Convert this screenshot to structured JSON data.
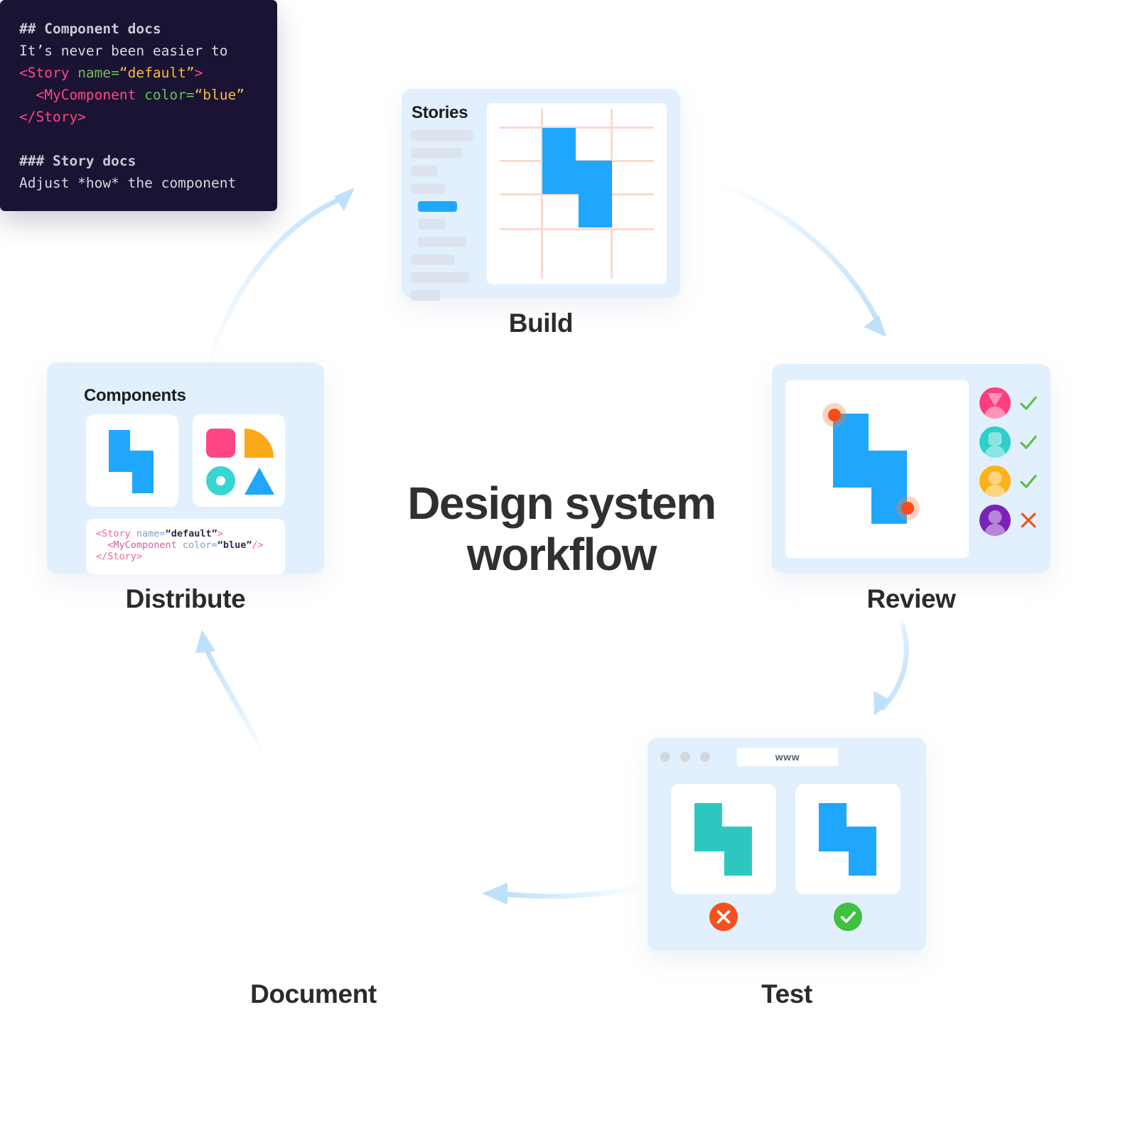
{
  "heading": {
    "line1": "Design system",
    "line2": "workflow"
  },
  "colors": {
    "brand_blue": "#1ea7fd",
    "card_bg": "#e2f0fd",
    "pink": "#ff4785",
    "orange": "#fba819",
    "teal": "#37d5d3",
    "green": "#3ec13e",
    "red": "#f4511e",
    "code_bg": "#1b1333",
    "grid_pink": "#fcd9cd",
    "arrow_blue": "#bfe0fa"
  },
  "steps": [
    {
      "id": "build",
      "label": "Build"
    },
    {
      "id": "review",
      "label": "Review"
    },
    {
      "id": "test",
      "label": "Test"
    },
    {
      "id": "document",
      "label": "Document"
    },
    {
      "id": "distribute",
      "label": "Distribute"
    }
  ],
  "build": {
    "title": "Stories",
    "sidebar_rows": [
      {
        "width": 88,
        "indent": 0,
        "selected": false
      },
      {
        "width": 72,
        "indent": 0,
        "selected": false
      },
      {
        "width": 38,
        "indent": 0,
        "selected": false
      },
      {
        "width": 48,
        "indent": 0,
        "selected": false
      },
      {
        "width": 55,
        "indent": 10,
        "selected": true
      },
      {
        "width": 38,
        "indent": 10,
        "selected": false
      },
      {
        "width": 68,
        "indent": 10,
        "selected": false
      },
      {
        "width": 62,
        "indent": 0,
        "selected": false
      },
      {
        "width": 82,
        "indent": 0,
        "selected": false
      },
      {
        "width": 42,
        "indent": 0,
        "selected": false
      }
    ],
    "preview_alt": "component-mark-on-grid"
  },
  "distribute": {
    "title": "Components",
    "tile_1_alt": "component-mark",
    "shapes": [
      {
        "name": "rounded-square-shape",
        "color": "#ff4785"
      },
      {
        "name": "quarter-circle-shape",
        "color": "#fba819"
      },
      {
        "name": "donut-shape",
        "color": "#37d5d3"
      },
      {
        "name": "triangle-shape",
        "color": "#1ea7fd"
      }
    ],
    "code": {
      "line1_tag_open": "<Story",
      "line1_attr": " name=",
      "line1_val": "“default”",
      "line1_close": ">",
      "line2_tag": "  <MyComponent",
      "line2_attr": " color=",
      "line2_val": "“blue”",
      "line2_close": "/>",
      "line3": "</Story>"
    }
  },
  "review": {
    "preview_alt": "component-mark-with-comment-pins",
    "pins": [
      {
        "name": "comment-pin-top-left"
      },
      {
        "name": "comment-pin-bottom-right"
      }
    ],
    "reviewers": [
      {
        "avatar": "avatar-pink",
        "color": "#ff3d7f",
        "verdict": "approved",
        "verdict_icon": "check-icon"
      },
      {
        "avatar": "avatar-teal",
        "color": "#2fcfcb",
        "verdict": "approved",
        "verdict_icon": "check-icon"
      },
      {
        "avatar": "avatar-orange",
        "color": "#fcb218",
        "verdict": "approved",
        "verdict_icon": "check-icon"
      },
      {
        "avatar": "avatar-purple",
        "color": "#7b23b8",
        "verdict": "rejected",
        "verdict_icon": "cross-icon"
      }
    ]
  },
  "document": {
    "l1": "## Component docs",
    "l2": "It’s never been easier to",
    "l3_tag": "<Story",
    "l3_attr": " name=",
    "l3_val": "“default”",
    "l3_close": ">",
    "l4_tag": "  <MyComponent",
    "l4_attr": " color=",
    "l4_val": "“blue”",
    "l5": "</Story>",
    "l6": "",
    "l7": "### Story docs",
    "l8": "Adjust *how* the component"
  },
  "test": {
    "url_text": "www",
    "window_dots": [
      "dot-red",
      "dot-yellow",
      "dot-green"
    ],
    "results": [
      {
        "name": "snapshot-baseline",
        "color": "#2cc8c0",
        "status": "fail",
        "icon": "cross-circle-icon"
      },
      {
        "name": "snapshot-current",
        "color": "#1ea7fd",
        "status": "pass",
        "icon": "check-circle-icon"
      }
    ]
  },
  "arrows": [
    {
      "name": "arrow-distribute-to-build"
    },
    {
      "name": "arrow-build-to-review"
    },
    {
      "name": "arrow-review-to-test"
    },
    {
      "name": "arrow-test-to-document"
    },
    {
      "name": "arrow-document-to-distribute"
    }
  ]
}
